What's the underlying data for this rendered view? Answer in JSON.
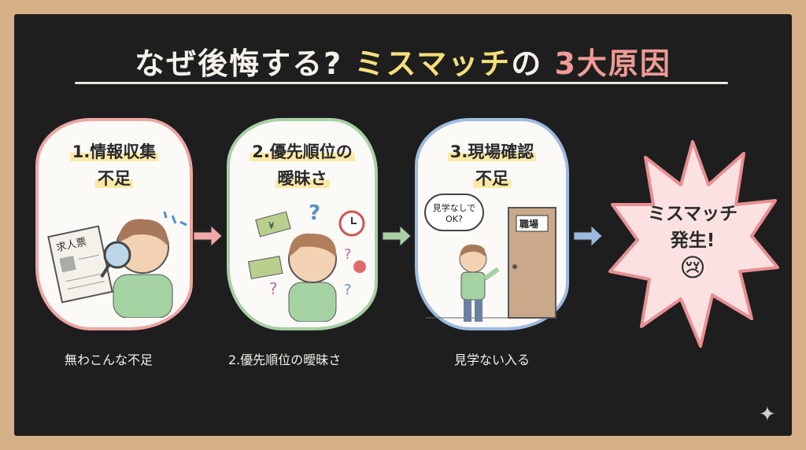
{
  "title": {
    "part1": "なぜ後悔する?",
    "part2": "ミスマッチ",
    "part3": "の",
    "part4": "3大原因"
  },
  "steps": [
    {
      "heading_line1": "1.情報収集",
      "heading_line2": "不足",
      "illustration_text": "求人票",
      "caption": "無わこんな不足",
      "border_color": "#eda6a3"
    },
    {
      "heading_line1": "2.優先順位の",
      "heading_line2": "曖昧さ",
      "illustration_text": "¥",
      "caption": "2.優先順位の曖昧さ",
      "border_color": "#a9cfa6"
    },
    {
      "heading_line1": "3.現場確認",
      "heading_line2": "不足",
      "thought_bubble": "見学なしで OK?",
      "door_sign": "職場",
      "caption": "見学ない入る",
      "border_color": "#9dbbe0"
    }
  ],
  "result": {
    "line1": "ミスマッチ",
    "line2": "発生!",
    "emoji": "😢"
  },
  "colors": {
    "board": "#1e1e1e",
    "frame": "#d6b187",
    "yellow": "#f6df7a",
    "pink": "#ef9a94"
  }
}
